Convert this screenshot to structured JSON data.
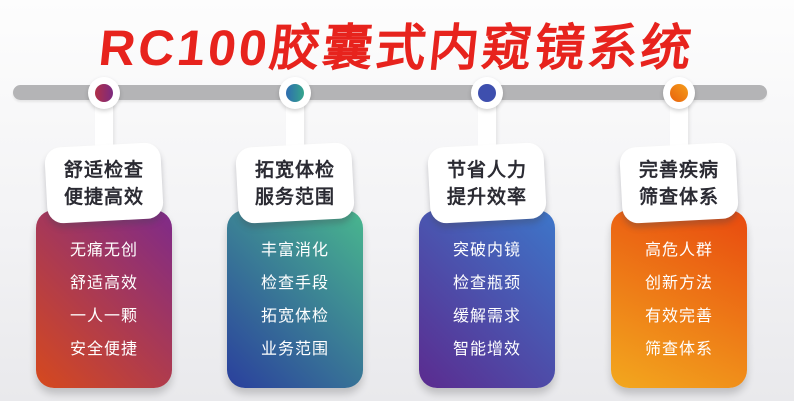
{
  "title": {
    "text": "RC100胶囊式内窥镜系统",
    "color": "#e7231d"
  },
  "timeline": {
    "bar_color": "#b4b4b6"
  },
  "columns": [
    {
      "header_line1": "舒适检查",
      "header_line2": "便捷高效",
      "items": [
        "无痛无创",
        "舒适高效",
        "一人一颗",
        "安全便捷"
      ],
      "body_gradient": {
        "angle": "45deg",
        "from": "#d6491d",
        "to": "#7e2a8a"
      },
      "dot_gradient": {
        "angle": "90deg",
        "from": "#b03048",
        "to": "#7c2a80"
      }
    },
    {
      "header_line1": "拓宽体检",
      "header_line2": "服务范围",
      "items": [
        "丰富消化",
        "检查手段",
        "拓宽体检",
        "业务范围"
      ],
      "body_gradient": {
        "angle": "45deg",
        "from": "#2a3f9d",
        "to": "#49b78e"
      },
      "dot_gradient": {
        "angle": "90deg",
        "from": "#2e6cb0",
        "to": "#35a58c"
      }
    },
    {
      "header_line1": "节省人力",
      "header_line2": "提升效率",
      "items": [
        "突破内镜",
        "检查瓶颈",
        "缓解需求",
        "智能增效"
      ],
      "body_gradient": {
        "angle": "45deg",
        "from": "#5b2b8f",
        "to": "#3d76c9"
      },
      "dot_gradient": {
        "angle": "90deg",
        "from": "#3e4fae",
        "to": "#3e4fae"
      }
    },
    {
      "header_line1": "完善疾病",
      "header_line2": "筛查体系",
      "items": [
        "高危人群",
        "创新方法",
        "有效完善",
        "筛查体系"
      ],
      "body_gradient": {
        "angle": "205deg",
        "from": "#e8490f",
        "to": "#f3a81e"
      },
      "dot_gradient": {
        "angle": "45deg",
        "from": "#e8620d",
        "to": "#f59d1b"
      }
    }
  ]
}
